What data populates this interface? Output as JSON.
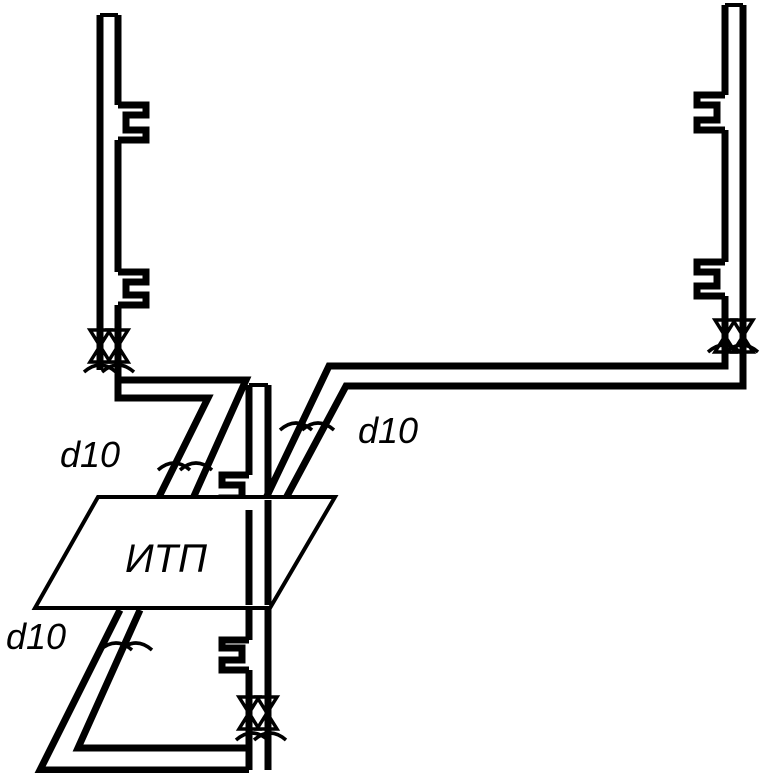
{
  "diagram": {
    "station_label": "ИТП",
    "pipe_labels": {
      "upper_left": "d10",
      "upper_right": "d10",
      "lower_left": "d10"
    }
  }
}
